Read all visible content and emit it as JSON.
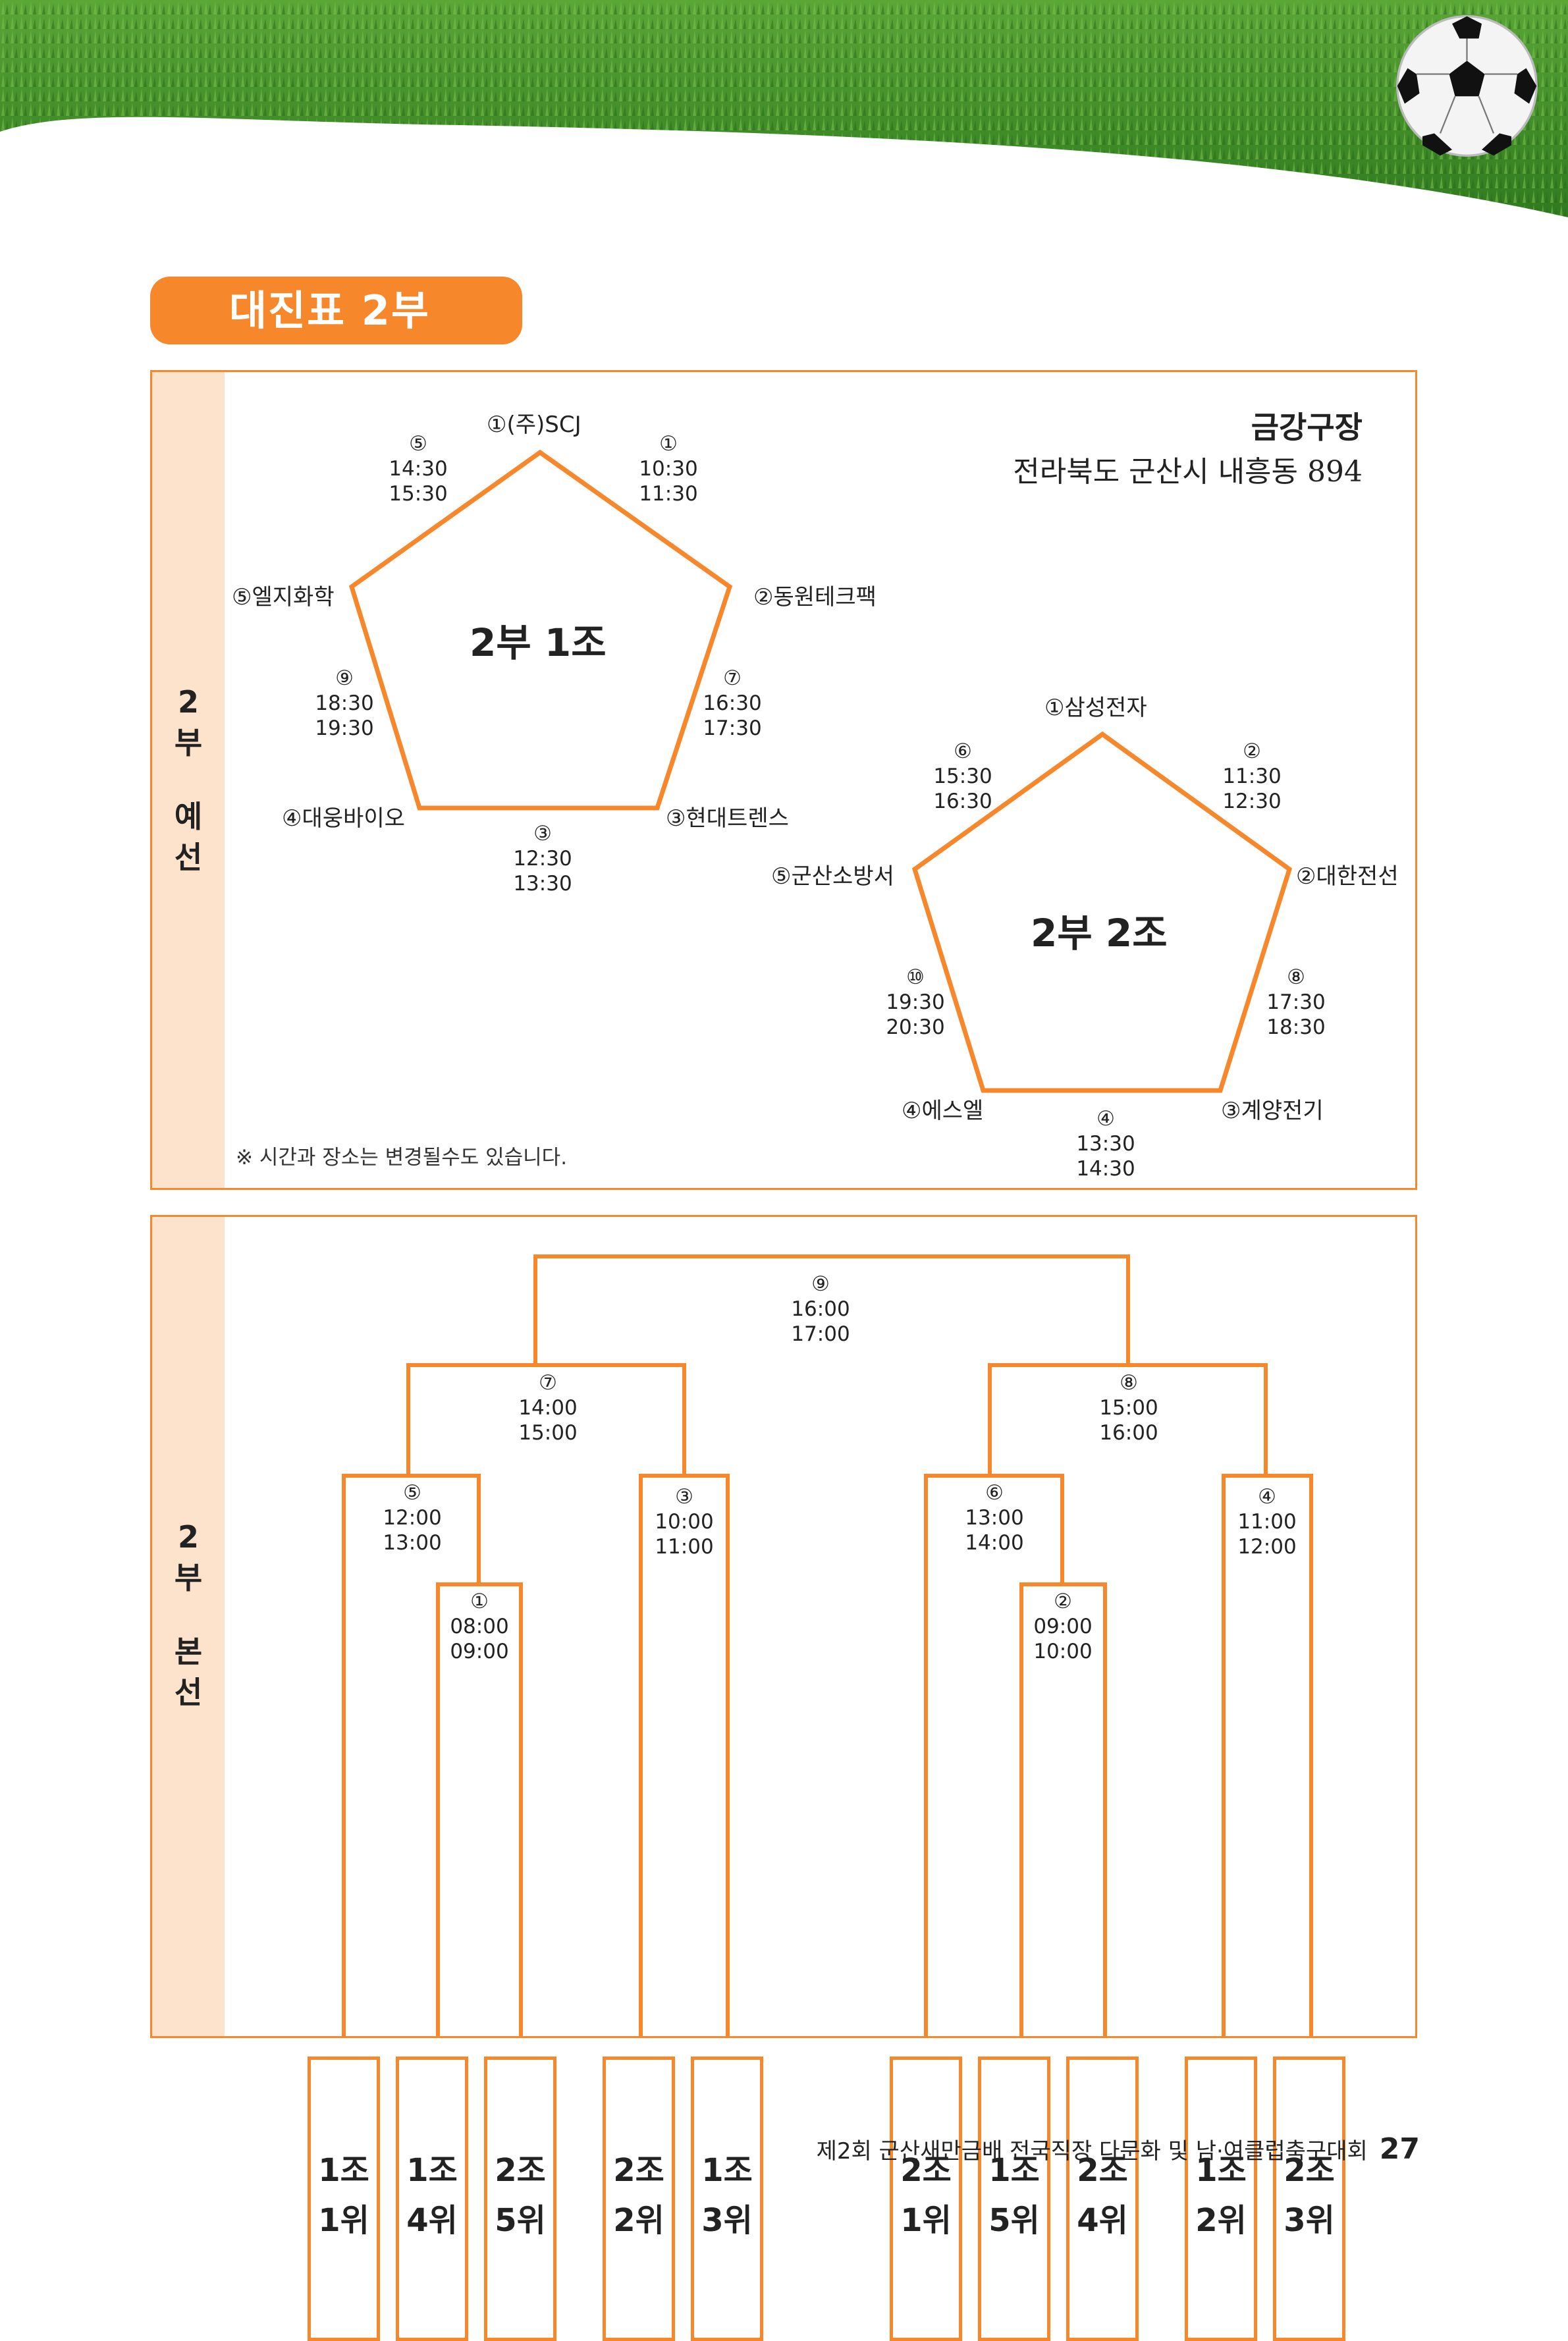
{
  "page_title": "대진표 2부",
  "prelim": {
    "side_label": [
      "2",
      "부",
      "",
      "예",
      "선"
    ],
    "venue_name": "금강구장",
    "venue_address": "전라북도 군산시 내흥동 894",
    "note": "※ 시간과 장소는 변경될수도 있습니다.",
    "group1": {
      "name": "2부 1조",
      "teams": [
        "①(주)SCJ",
        "②동원테크팩",
        "③현대트렌스",
        "④대웅바이오",
        "⑤엘지화학"
      ],
      "matches": [
        {
          "no": "⑤",
          "time": "14:30\n15:30"
        },
        {
          "no": "①",
          "time": "10:30\n11:30"
        },
        {
          "no": "⑨",
          "time": "18:30\n19:30"
        },
        {
          "no": "⑦",
          "time": "16:30\n17:30"
        },
        {
          "no": "③",
          "time": "12:30\n13:30"
        }
      ]
    },
    "group2": {
      "name": "2부 2조",
      "teams": [
        "①삼성전자",
        "②대한전선",
        "③계양전기",
        "④에스엘",
        "⑤군산소방서"
      ],
      "matches": [
        {
          "no": "⑥",
          "time": "15:30\n16:30"
        },
        {
          "no": "②",
          "time": "11:30\n12:30"
        },
        {
          "no": "⑩",
          "time": "19:30\n20:30"
        },
        {
          "no": "⑧",
          "time": "17:30\n18:30"
        },
        {
          "no": "④",
          "time": "13:30\n14:30"
        }
      ]
    }
  },
  "final": {
    "side_label": [
      "2",
      "부",
      "",
      "본",
      "선"
    ],
    "matches": [
      {
        "no": "⑨",
        "time": "16:00\n17:00"
      },
      {
        "no": "⑦",
        "time": "14:00\n15:00"
      },
      {
        "no": "⑧",
        "time": "15:00\n16:00"
      },
      {
        "no": "⑤",
        "time": "12:00\n13:00"
      },
      {
        "no": "③",
        "time": "10:00\n11:00"
      },
      {
        "no": "⑥",
        "time": "13:00\n14:00"
      },
      {
        "no": "④",
        "time": "11:00\n12:00"
      },
      {
        "no": "①",
        "time": "08:00\n09:00"
      },
      {
        "no": "②",
        "time": "09:00\n10:00"
      }
    ],
    "teams": [
      {
        "group": "1조",
        "rank": "1위"
      },
      {
        "group": "1조",
        "rank": "4위"
      },
      {
        "group": "2조",
        "rank": "5위"
      },
      {
        "group": "2조",
        "rank": "2위"
      },
      {
        "group": "1조",
        "rank": "3위"
      },
      {
        "group": "2조",
        "rank": "1위"
      },
      {
        "group": "1조",
        "rank": "5위"
      },
      {
        "group": "2조",
        "rank": "4위"
      },
      {
        "group": "1조",
        "rank": "2위"
      },
      {
        "group": "2조",
        "rank": "3위"
      }
    ]
  },
  "footer": {
    "event": "제2회 군산새만금배 전국직장 다문화 및 남·여클럽축구대회",
    "page_number": "27"
  },
  "colors": {
    "accent": "#f7872b",
    "side_bg": "#fde3cc",
    "grass": "#3f8a2a"
  }
}
